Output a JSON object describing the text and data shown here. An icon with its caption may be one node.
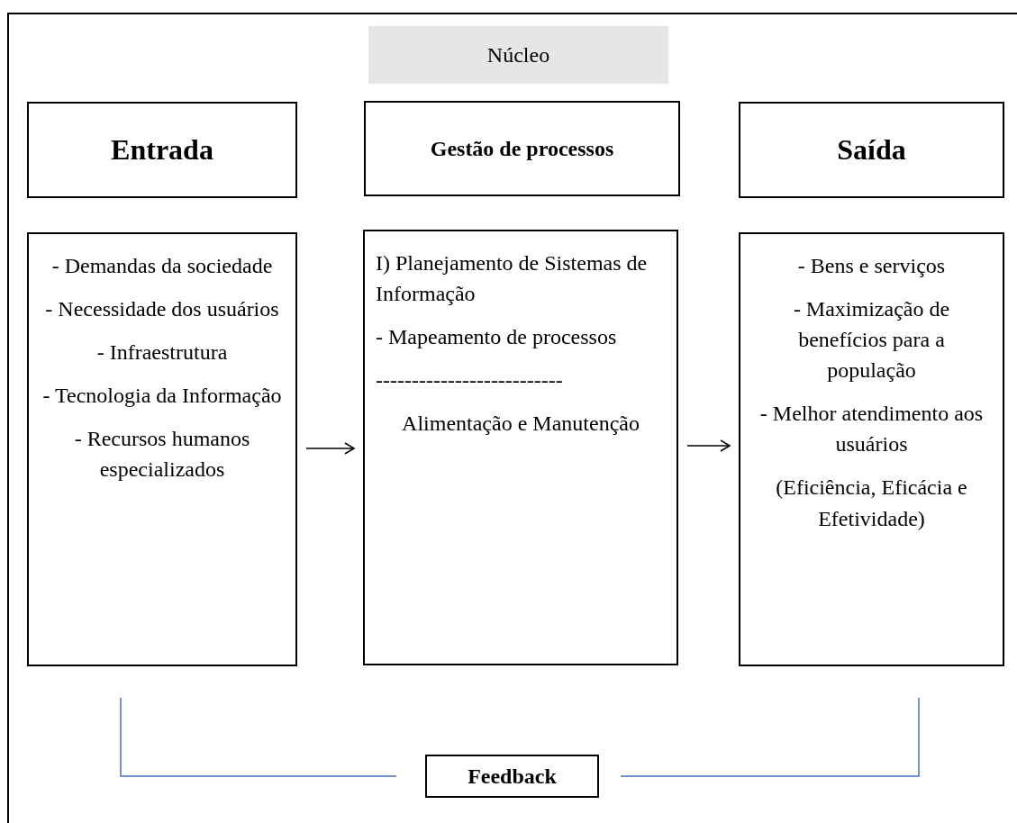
{
  "diagram": {
    "nodes": [
      {
        "text": [
          "Núcleo"
        ]
      },
      {
        "text": [
          "Entrada"
        ]
      },
      {
        "text": [
          "Gestão de processos"
        ]
      },
      {
        "text": [
          "Saída"
        ]
      },
      {
        "text": [
          "- Demandas da sociedade",
          "- Necessidade dos usuários",
          "- Infraestrutura",
          "- Tecnologia da Informação",
          "- Recursos humanos especializados"
        ]
      },
      {
        "text": [
          "I) Planejamento de Sistemas de Informação",
          "- Mapeamento de processos",
          "--------------------------",
          "Alimentação e Manutenção"
        ]
      },
      {
        "text": [
          "- Bens e serviços",
          "- Maximização de benefícios para a população",
          "- Melhor atendimento aos usuários",
          "(Eficiência, Eficácia e Efetividade)"
        ]
      },
      {
        "text": [
          "Feedback"
        ]
      }
    ],
    "edges": [
      {
        "from": 4,
        "to": 5,
        "arrow": "to"
      },
      {
        "from": 5,
        "to": 6,
        "arrow": "to"
      },
      {
        "from": 4,
        "to": 7,
        "arrow": "none",
        "color": "#4472c4"
      },
      {
        "from": 6,
        "to": 7,
        "arrow": "none",
        "color": "#4472c4"
      }
    ]
  }
}
